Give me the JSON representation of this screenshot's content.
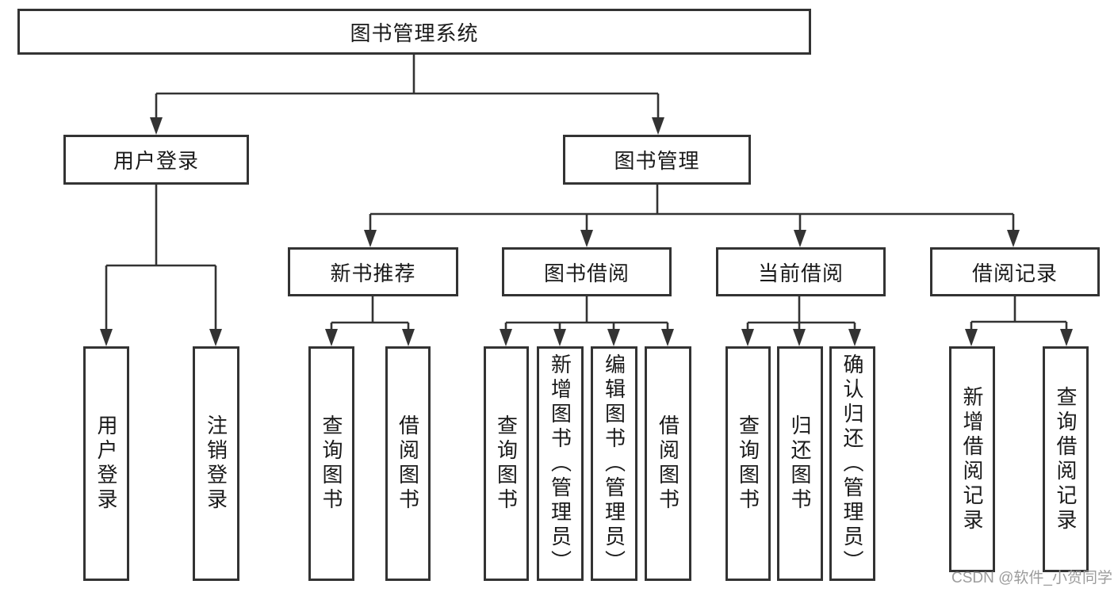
{
  "title": "图书管理系统",
  "tree": {
    "root": {
      "label": "图书管理系统",
      "children": [
        {
          "label": "用户登录",
          "children": [
            {
              "label": "用户登录"
            },
            {
              "label": "注销登录"
            }
          ]
        },
        {
          "label": "图书管理",
          "children": [
            {
              "label": "新书推荐",
              "children": [
                {
                  "label": "查询图书"
                },
                {
                  "label": "借阅图书"
                }
              ]
            },
            {
              "label": "图书借阅",
              "children": [
                {
                  "label": "查询图书"
                },
                {
                  "label": "新增图书（管理员）"
                },
                {
                  "label": "编辑图书（管理员）"
                },
                {
                  "label": "借阅图书"
                }
              ]
            },
            {
              "label": "当前借阅",
              "children": [
                {
                  "label": "查询图书"
                },
                {
                  "label": "归还图书"
                },
                {
                  "label": "确认归还（管理员）"
                }
              ]
            },
            {
              "label": "借阅记录",
              "children": [
                {
                  "label": "新增借阅记录"
                },
                {
                  "label": "查询借阅记录"
                }
              ]
            }
          ]
        }
      ]
    }
  },
  "watermark": {
    "text": "CSDN @软件_小贺同学",
    "color": "#9c9c9c"
  },
  "colors": {
    "line": "#333333",
    "border": "#333333",
    "box_fill": "#ffffff",
    "text": "#1a1a1a",
    "background": "#ffffff"
  }
}
